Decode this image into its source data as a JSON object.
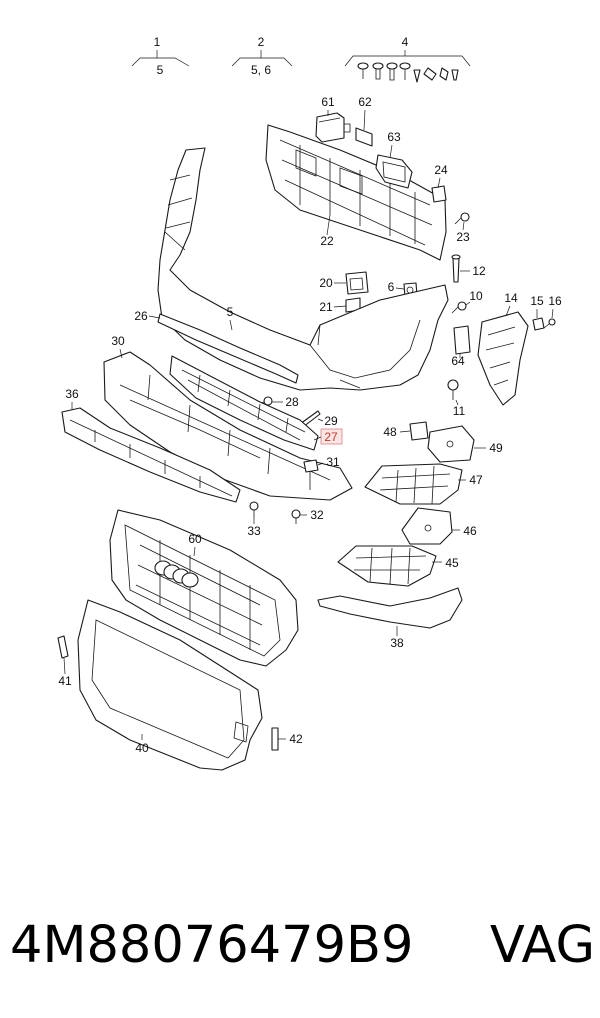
{
  "diagram": {
    "group_labels": [
      {
        "id": "g1",
        "top": "1",
        "bottom": "5"
      },
      {
        "id": "g2",
        "top": "2",
        "bottom": "5, 6"
      },
      {
        "id": "g4",
        "top": "4",
        "bottom": ""
      }
    ],
    "callouts": [
      "61",
      "62",
      "63",
      "24",
      "23",
      "22",
      "20",
      "6",
      "21",
      "12",
      "10",
      "14",
      "15",
      "16",
      "26",
      "5",
      "64",
      "11",
      "30",
      "28",
      "29",
      "27",
      "36",
      "48",
      "49",
      "31",
      "47",
      "33",
      "32",
      "46",
      "60",
      "45",
      "38",
      "41",
      "42",
      "40"
    ],
    "highlighted_callout": "27"
  },
  "footer": {
    "part_number": "4M88076479B9",
    "brand": "VAG"
  }
}
